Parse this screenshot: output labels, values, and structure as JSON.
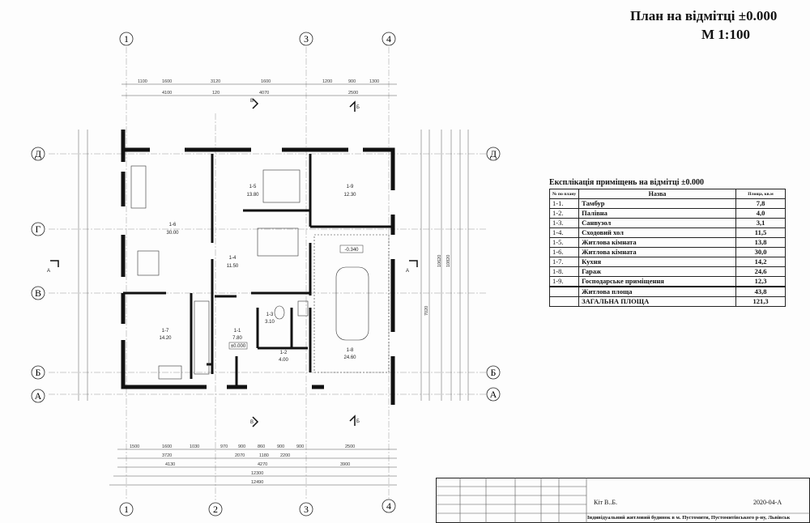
{
  "title": {
    "line1": "План на відмітці ±0.000",
    "line2": "М 1:100"
  },
  "axes": {
    "top": [
      "1",
      "3",
      "4"
    ],
    "bottom": [
      "1",
      "2",
      "3",
      "4"
    ],
    "left": [
      "Д",
      "Г",
      "В",
      "Б",
      "А"
    ],
    "right": [
      "Д",
      "Б",
      "А"
    ]
  },
  "section_marks": [
    "В",
    "Б",
    "А"
  ],
  "rooms": [
    {
      "id": "1-6",
      "area": "30.00"
    },
    {
      "id": "1-5",
      "area": "13.80"
    },
    {
      "id": "1-9",
      "area": "12.30"
    },
    {
      "id": "1-4",
      "area": "11.50"
    },
    {
      "id": "1-7",
      "area": "14.20"
    },
    {
      "id": "1-1",
      "area": "7.80"
    },
    {
      "id": "1-3",
      "area": "3.10"
    },
    {
      "id": "1-2",
      "area": "4.00"
    },
    {
      "id": "1-8",
      "area": "24.60"
    }
  ],
  "level_marks": [
    "-0.340",
    "±0.000"
  ],
  "dimensions": {
    "top_row1": [
      "1100",
      "1600",
      "3120",
      "1600",
      "1200",
      "900",
      "1300"
    ],
    "top_row2": [
      "4100",
      "120",
      "4070",
      "2500"
    ],
    "bottom_row1": [
      "1500",
      "1600",
      "1030",
      "970",
      "900",
      "860",
      "900",
      "900",
      "2500"
    ],
    "bottom_row2": [
      "3720",
      "2070",
      "1180",
      "2200"
    ],
    "bottom_row3": [
      "4130",
      "4270",
      "3900"
    ],
    "bottom_totals": [
      "12300",
      "12490"
    ],
    "right_totals": [
      "10820",
      "10620",
      "7020"
    ]
  },
  "explication": {
    "title": "Експлікація приміщень на відмітці ±0.000",
    "headers": {
      "num": "№ по плану",
      "name": "Назва",
      "area": "Площа, кв.м"
    },
    "rows": [
      {
        "num": "1-1.",
        "name": "Тамбур",
        "area": "7,8"
      },
      {
        "num": "1-2.",
        "name": "Палівна",
        "area": "4,0"
      },
      {
        "num": "1-3.",
        "name": "Санвузол",
        "area": "3,1"
      },
      {
        "num": "1-4.",
        "name": "Сходовий хол",
        "area": "11,5"
      },
      {
        "num": "1-5.",
        "name": "Житлова кімната",
        "area": "13,8"
      },
      {
        "num": "1-6.",
        "name": "Житлова кімната",
        "area": "30,0"
      },
      {
        "num": "1-7.",
        "name": "Кухня",
        "area": "14,2"
      },
      {
        "num": "1-8.",
        "name": "Гараж",
        "area": "24,6"
      },
      {
        "num": "1-9.",
        "name": "Господарське приміщення",
        "area": "12,3"
      }
    ],
    "living_area": {
      "name": "Житлова площа",
      "area": "43,8"
    },
    "total_area": {
      "name": "ЗАГАЛЬНА ПЛОЩА",
      "area": "121,3"
    }
  },
  "stamp": {
    "author": "Кіт В..Б.",
    "code": "2020-04-А",
    "description": "Індивідуальний житловий будинок в м. Пустомити, Пустомитівського р-ну, Львівськ"
  }
}
